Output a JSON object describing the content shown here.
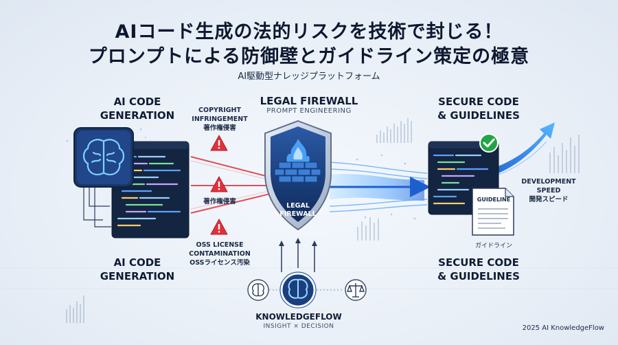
{
  "header": {
    "title_line1": "AIコード生成の法的リスクを技術で封じる！",
    "title_line2": "プロンプトによる防御壁とガイドライン策定の極意",
    "subtitle": "AI駆動型ナレッジプラットフォーム"
  },
  "left": {
    "top_label": [
      "AI CODE",
      "GENERATION"
    ],
    "bottom_label": [
      "AI CODE",
      "GENERATION"
    ]
  },
  "risks": {
    "risk1": [
      "COPYRIGHT",
      "INFRINGEMENT",
      "著作権侵害"
    ],
    "risk2": "著作権侵害",
    "risk3": [
      "OSS LICENSE",
      "CONTAMINATION",
      "OSSライセンス汚染"
    ]
  },
  "center": {
    "title": "LEGAL FIREWALL",
    "subtitle": "PROMPT ENGINEERING",
    "shield_label": [
      "LEGAL",
      "FIREWALL"
    ]
  },
  "right": {
    "top_label": [
      "SECURE CODE",
      "& GUIDELINES"
    ],
    "bottom_label": [
      "SECURE CODE",
      "& GUIDELINES"
    ],
    "speed_label": [
      "DEVELOPMENT",
      "SPEED",
      "開発スピード"
    ],
    "guideline_doc": "GUIDELINE",
    "guideline_caption": "ガイドライン"
  },
  "bottom": {
    "brand": "KNOWLEDGEFLOW",
    "tagline": "INSIGHT × DECISION"
  },
  "footer": {
    "copyright": "2025 AI KnowledgeFlow"
  },
  "colors": {
    "navy": "#13284a",
    "blue_accent": "#3b82f6",
    "risk_red": "#e0313b",
    "check_green": "#22a447"
  }
}
